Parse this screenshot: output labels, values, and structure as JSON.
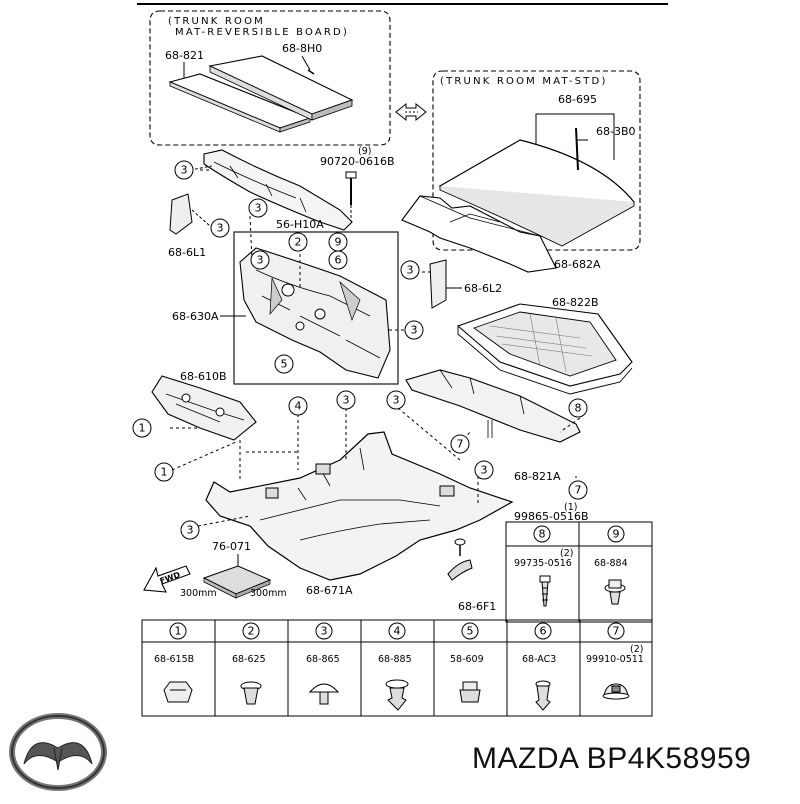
{
  "boxes": {
    "reversible_board": {
      "title_line1": "(TRUNK ROOM",
      "title_line2": "MAT-REVERSIBLE BOARD)",
      "parts": [
        "68-821",
        "68-8H0"
      ]
    },
    "std": {
      "title": "(TRUNK ROOM MAT-STD)",
      "parts": [
        "68-695",
        "68-3B0"
      ]
    }
  },
  "labels": {
    "p90720": "90720-0616B",
    "p90720_qty": "(9)",
    "p56h10a": "56-H10A",
    "p686l1": "68-6L1",
    "p68682a": "68-682A",
    "p686l2": "68-6L2",
    "p68630a": "68-630A",
    "p68822b": "68-822B",
    "p68610b": "68-610B",
    "p68821a": "68-821A",
    "p99865": "99865-0516B",
    "p99865_qty": "(1)",
    "p76071": "76-071",
    "dim1": "300mm",
    "dim2": "300mm",
    "p68671a": "68-671A",
    "p686f1": "68-6F1",
    "fwd": "FWD"
  },
  "callouts": [
    "1",
    "2",
    "3",
    "4",
    "5",
    "6",
    "7",
    "8",
    "9"
  ],
  "legend_top": [
    {
      "num": "8",
      "part": "99735-0516",
      "qty": "(2)"
    },
    {
      "num": "9",
      "part": "68-884",
      "qty": ""
    }
  ],
  "legend_bottom": [
    {
      "num": "1",
      "part": "68-615B",
      "qty": ""
    },
    {
      "num": "2",
      "part": "68-625",
      "qty": ""
    },
    {
      "num": "3",
      "part": "68-865",
      "qty": ""
    },
    {
      "num": "4",
      "part": "68-885",
      "qty": ""
    },
    {
      "num": "5",
      "part": "58-609",
      "qty": ""
    },
    {
      "num": "6",
      "part": "68-AC3",
      "qty": ""
    },
    {
      "num": "7",
      "part": "99910-0511",
      "qty": "(2)"
    }
  ],
  "brand": {
    "text": "MAZDA BP4K58959",
    "logo": "mazda-logo"
  }
}
